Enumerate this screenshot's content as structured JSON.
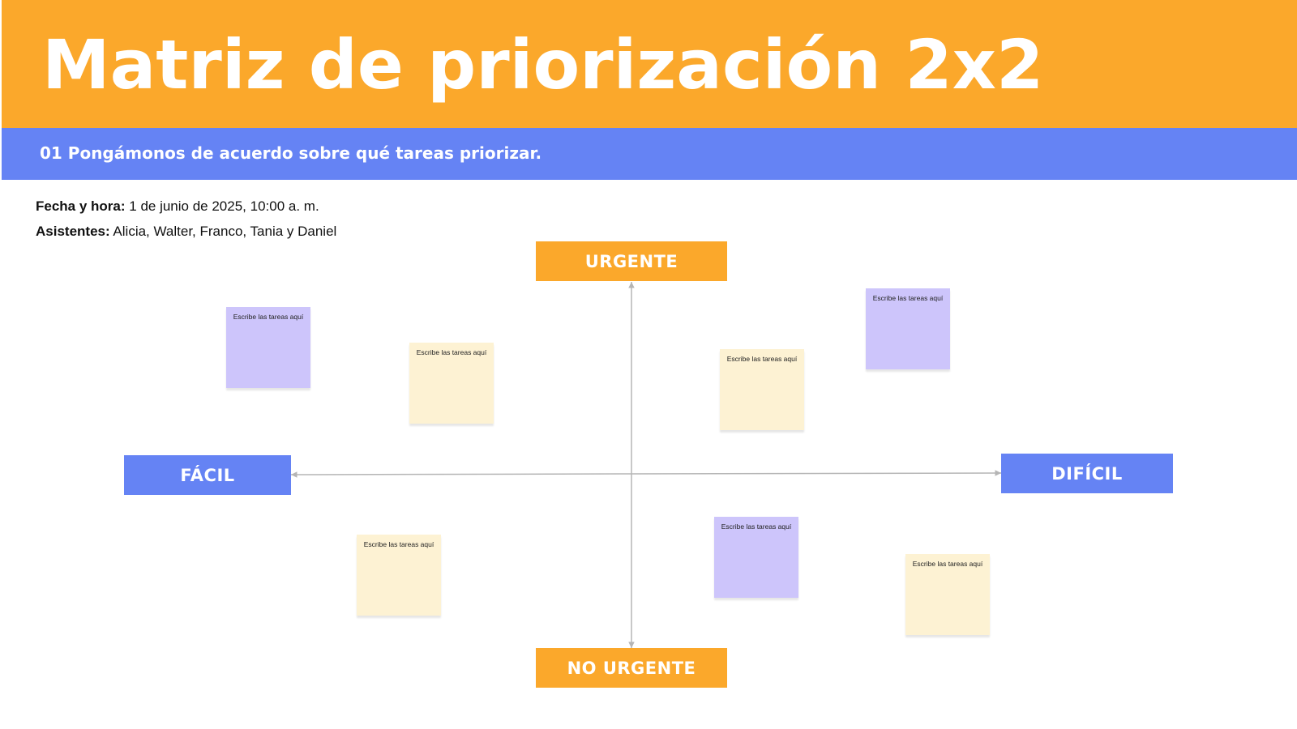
{
  "header": {
    "title": "Matriz de priorización 2x2",
    "subtitle": "01 Pongámonos de acuerdo sobre qué tareas priorizar."
  },
  "meta": {
    "date_label": "Fecha y hora:",
    "date_value": " 1 de junio de 2025, 10:00 a. m.",
    "attendees_label": "Asistentes:",
    "attendees_value": " Alicia, Walter, Franco, Tania y Daniel"
  },
  "axes": {
    "top": "URGENTE",
    "bottom": "NO URGENTE",
    "left": "FÁCIL",
    "right": "DIFÍCIL"
  },
  "notes": [
    {
      "text": "Escribe las tareas aquí",
      "color": "purple"
    },
    {
      "text": "Escribe las tareas aquí",
      "color": "yellow"
    },
    {
      "text": "Escribe las tareas aquí",
      "color": "yellow"
    },
    {
      "text": "Escribe las tareas aquí",
      "color": "purple"
    },
    {
      "text": "Escribe las tareas aquí",
      "color": "yellow"
    },
    {
      "text": "Escribe las tareas aquí",
      "color": "purple"
    },
    {
      "text": "Escribe las tareas aquí",
      "color": "yellow"
    }
  ],
  "colors": {
    "orange": "#FBA82B",
    "blue": "#6583F4",
    "purple_note": "#CDC5FB",
    "yellow_note": "#FDF2D3",
    "axis_line": "#B5B5B5"
  }
}
